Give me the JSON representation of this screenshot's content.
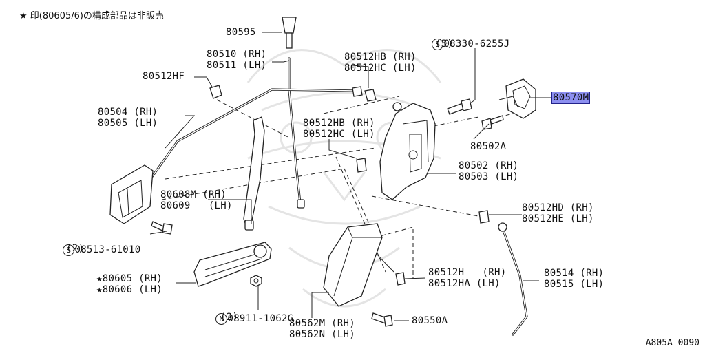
{
  "note": "★ 印(80605/6)の構成部品は非販売",
  "figure_code": "A805A 0090",
  "labels": {
    "p80595": "80595",
    "p80510": "80510 (RH)",
    "p80511": "80511 (LH)",
    "p80512hf": "80512HF",
    "p80504": "80504 (RH)",
    "p80505": "80505 (LH)",
    "p80512hb_top": "80512HB (RH)",
    "p80512hc_top": "80512HC (LH)",
    "p80512hb_mid": "80512HB (RH)",
    "p80512hc_mid": "80512HC (LH)",
    "s08330_prefix": "S",
    "s08330": "08330-6255J",
    "s08330_qty": "(3)",
    "p80570m": "80570M",
    "p80502a": "80502A",
    "p80502": "80502 (RH)",
    "p80503": "80503 (LH)",
    "p80608m": "80608M (RH)",
    "p80609": "80609   (LH)",
    "s08513_prefix": "S",
    "s08513": "08513-61010",
    "s08513_qty": "(2)",
    "p80512hd": "80512HD (RH)",
    "p80512he": "80512HE (LH)",
    "p80605": "★80605 (RH)",
    "p80606": "★80606 (LH)",
    "p80512h": "80512H   (RH)",
    "p80512ha": "80512HA (LH)",
    "p80514": "80514 (RH)",
    "p80515": "80515 (LH)",
    "n08911_prefix": "N",
    "n08911": "08911-1062G",
    "n08911_qty": "(2)",
    "p80562m": "80562M (RH)",
    "p80562n": "80562N (LH)",
    "p80550a": "80550A"
  }
}
